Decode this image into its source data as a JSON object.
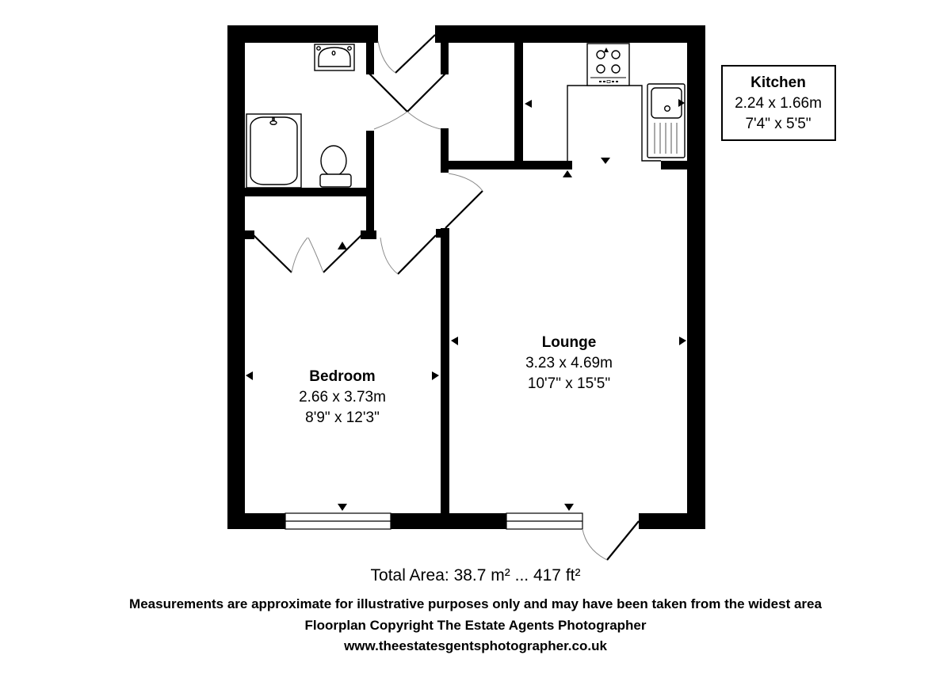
{
  "rooms": {
    "kitchen": {
      "name": "Kitchen",
      "metric": "2.24 x 1.66m",
      "imperial": "7'4\" x 5'5\""
    },
    "lounge": {
      "name": "Lounge",
      "metric": "3.23 x 4.69m",
      "imperial": "10'7\" x 15'5\""
    },
    "bedroom": {
      "name": "Bedroom",
      "metric": "2.66 x 3.73m",
      "imperial": "8'9\" x 12'3\""
    }
  },
  "footer": {
    "total_area": "Total Area: 38.7 m² ... 417 ft²",
    "disclaimer": "Measurements are approximate for illustrative purposes only and may have been taken from the widest area",
    "copyright": "Floorplan Copyright The Estate Agents Photographer",
    "website": "www.theestatesgentsphotographer.co.uk"
  },
  "colors": {
    "wall": "#000000",
    "background": "#ffffff",
    "door_swing": "#8a8a8a"
  },
  "fixtures": [
    "washbasin-icon",
    "bath-icon",
    "toilet-icon",
    "hob-icon",
    "sink-icon",
    "window-icon",
    "door-icon"
  ]
}
